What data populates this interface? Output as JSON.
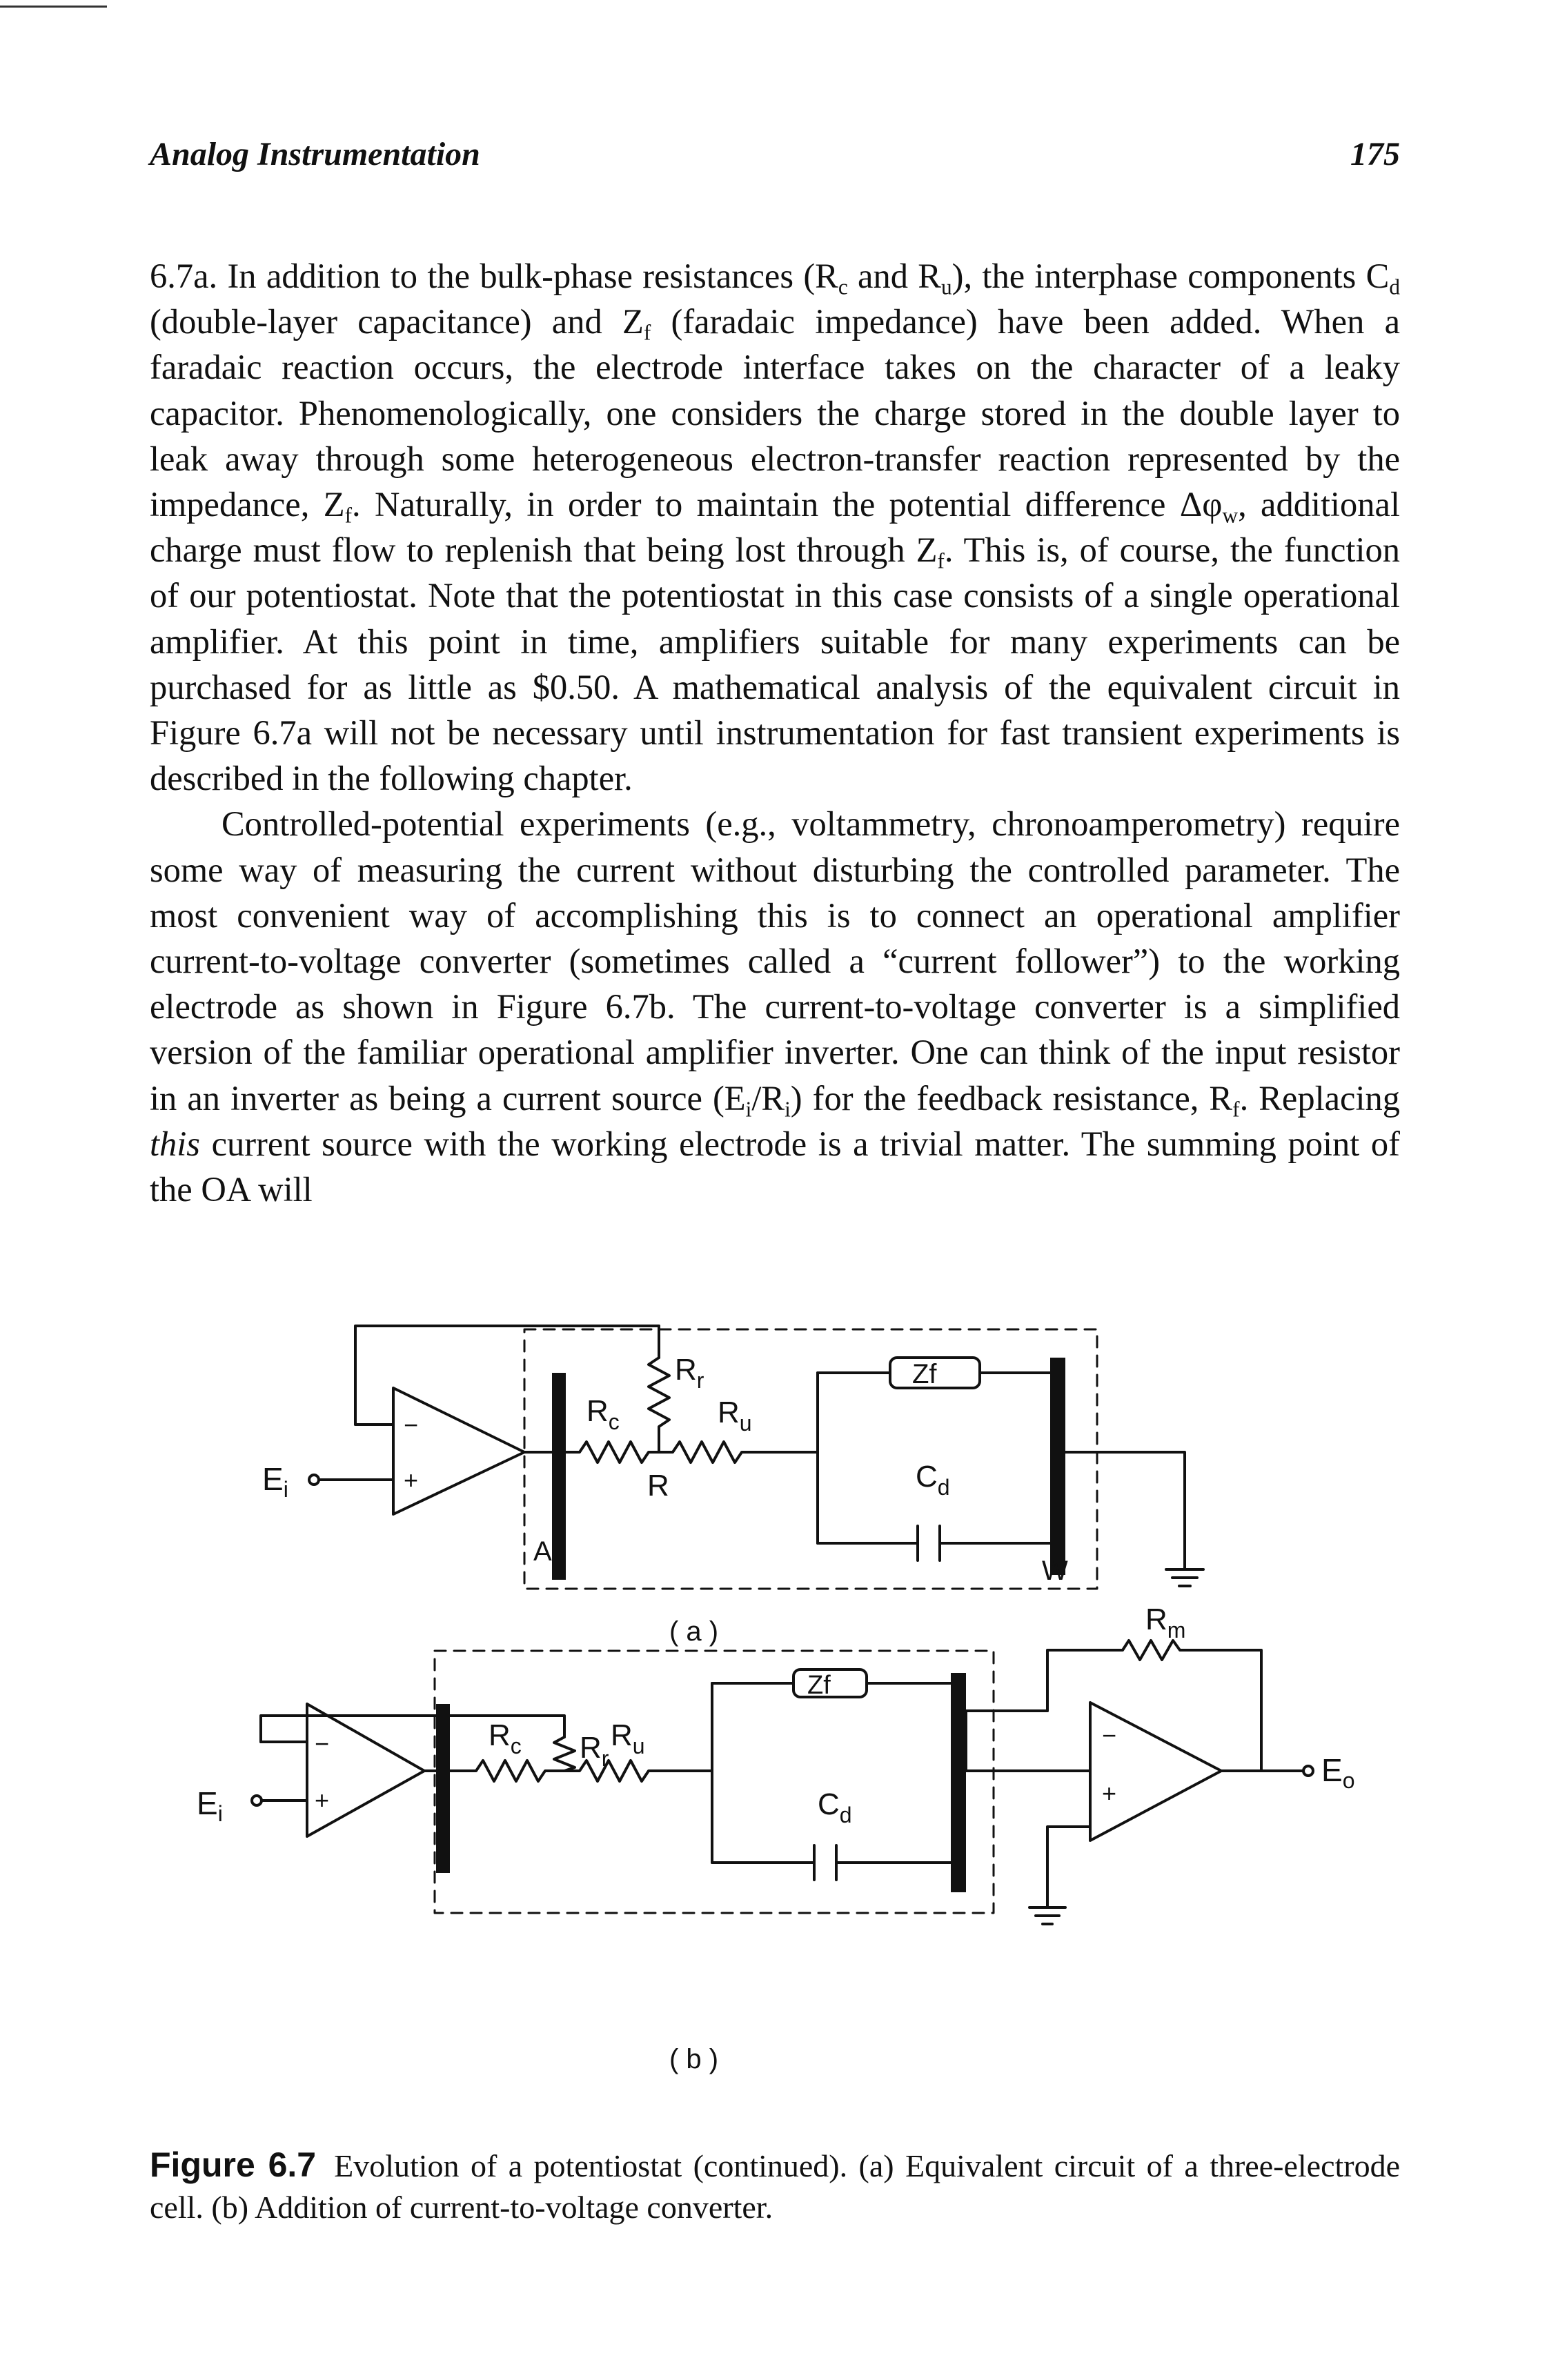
{
  "header": {
    "running_title": "Analog Instrumentation",
    "page_number": "175"
  },
  "body": {
    "paragraph1": [
      "6.7a. In addition to the bulk-phase resistances (R",
      "c",
      " and R",
      "u",
      "), the interphase components C",
      "d",
      " (double-layer capacitance) and Z",
      "f",
      " (faradaic impedance) have been added. When a faradaic reaction occurs, the electrode interface takes on the character of a leaky capacitor. Phenomenologically, one considers the charge stored in the double layer to leak away through some heterogeneous electron-transfer reaction represented by the impedance, Z",
      "f",
      ". Naturally, in order to maintain the potential difference Δφ",
      "w",
      ", additional charge must flow to replenish that being lost through Z",
      "f",
      ". This is, of course, the function of our potentiostat. Note that the potentiostat in this case consists of a single operational amplifier. At this point in time, amplifiers suitable for many experiments can be purchased for as little as $0.50. A mathematical analysis of the equivalent circuit in Figure 6.7a will not be necessary until instrumentation for fast transient experiments is described in the following chapter."
    ],
    "paragraph2": [
      "Controlled-potential experiments (e.g., voltammetry, chronoamperometry) require some way of measuring the current without disturbing the controlled parameter. The most convenient way of accomplishing this is to connect an operational amplifier current-to-voltage converter (sometimes called a “current follower”) to the working electrode as shown in Figure 6.7b. The current-to-voltage converter is a simplified version of the familiar operational amplifier inverter. One can think of the input resistor in an inverter as being a current source (E",
      "i",
      "/R",
      "i",
      ") for the feedback resistance, R",
      "f",
      ". Replacing ",
      "this",
      " current source with the working electrode is a trivial matter. The summing point of the OA will"
    ]
  },
  "figure": {
    "panel_a": {
      "input_label_main": "E",
      "input_label_sub": "i",
      "opamp_minus": "−",
      "opamp_plus": "+",
      "label_Rr_main": "R",
      "label_Rr_sub": "r",
      "label_Rc_main": "R",
      "label_Rc_sub": "c",
      "label_Ru_main": "R",
      "label_Ru_sub": "u",
      "label_R": "R",
      "label_Zf": "Zf",
      "label_Cd_main": "C",
      "label_Cd_sub": "d",
      "label_A": "A",
      "label_W": "W",
      "panel_label": "( a )"
    },
    "panel_b": {
      "input_label_main": "E",
      "input_label_sub": "i",
      "opamp1_minus": "−",
      "opamp1_plus": "+",
      "label_Rr_main": "R",
      "label_Rr_sub": "r",
      "label_Rc_main": "R",
      "label_Rc_sub": "c",
      "label_Ru_main": "R",
      "label_Ru_sub": "u",
      "label_Zf": "Zf",
      "label_Cd_main": "C",
      "label_Cd_sub": "d",
      "label_Rm_main": "R",
      "label_Rm_sub": "m",
      "opamp2_minus": "−",
      "opamp2_plus": "+",
      "output_label_main": "E",
      "output_label_sub": "o",
      "panel_label": "( b )"
    }
  },
  "caption": {
    "figure_label": "Figure 6.7",
    "text": "Evolution of a potentiostat (continued). (a) Equivalent circuit of a three-electrode cell. (b) Addition of current-to-voltage converter."
  }
}
